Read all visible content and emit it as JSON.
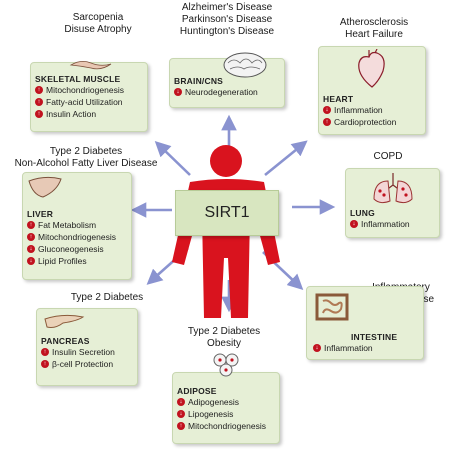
{
  "colors": {
    "figure": "#d9131e",
    "arrow": "#8a93d0",
    "box": "#e6efd6",
    "badge": "#c1121f"
  },
  "center_label": "SIRT1",
  "organs": {
    "muscle": {
      "diseases": [
        "Sarcopenia",
        "Disuse Atrophy"
      ],
      "title": "SKELETAL MUSCLE",
      "icon": "muscle-icon",
      "items": [
        {
          "dir": "up",
          "text": "Mitochondriogenesis"
        },
        {
          "dir": "up",
          "text": "Fatty-acid Utilization"
        },
        {
          "dir": "up",
          "text": "Insulin Action"
        }
      ]
    },
    "brain": {
      "diseases": [
        "Alzheimer's Disease",
        "Parkinson's Disease",
        "Huntington's Disease"
      ],
      "title": "BRAIN/CNS",
      "icon": "brain-icon",
      "items": [
        {
          "dir": "down",
          "text": "Neurodegeneration"
        }
      ]
    },
    "heart": {
      "diseases": [
        "Atherosclerosis",
        "Heart Failure"
      ],
      "title": "HEART",
      "icon": "heart-icon",
      "items": [
        {
          "dir": "down",
          "text": "Inflammation"
        },
        {
          "dir": "up",
          "text": "Cardioprotection"
        }
      ]
    },
    "lung": {
      "diseases": [
        "COPD"
      ],
      "title": "LUNG",
      "icon": "lung-icon",
      "items": [
        {
          "dir": "down",
          "text": "Inflammation"
        }
      ]
    },
    "liver": {
      "diseases": [
        "Type 2 Diabetes",
        "Non-Alcohol Fatty Liver Disease"
      ],
      "title": "LIVER",
      "icon": "liver-icon",
      "items": [
        {
          "dir": "up",
          "text": "Fat Metabolism"
        },
        {
          "dir": "up",
          "text": "Mitochondriogenesis"
        },
        {
          "dir": "down",
          "text": "Gluconeogenesis"
        },
        {
          "dir": "down",
          "text": "Lipid Profiles"
        }
      ]
    },
    "pancreas": {
      "diseases": [
        "Type 2 Diabetes"
      ],
      "title": "PANCREAS",
      "icon": "pancreas-icon",
      "items": [
        {
          "dir": "up",
          "text": "Insulin Secretion"
        },
        {
          "dir": "up",
          "text": "β-cell Protection"
        }
      ]
    },
    "adipose": {
      "diseases": [
        "Type 2 Diabetes",
        "Obesity"
      ],
      "title": "ADIPOSE",
      "icon": "adipose-icon",
      "items": [
        {
          "dir": "down",
          "text": "Adipogenesis"
        },
        {
          "dir": "down",
          "text": "Lipogenesis"
        },
        {
          "dir": "up",
          "text": "Mitochondriogenesis"
        }
      ]
    },
    "intestine": {
      "diseases": [
        "Inflammatory",
        "Bowel Disease"
      ],
      "title": "INTESTINE",
      "icon": "intestine-icon",
      "items": [
        {
          "dir": "down",
          "text": "Inflammation"
        }
      ]
    }
  }
}
